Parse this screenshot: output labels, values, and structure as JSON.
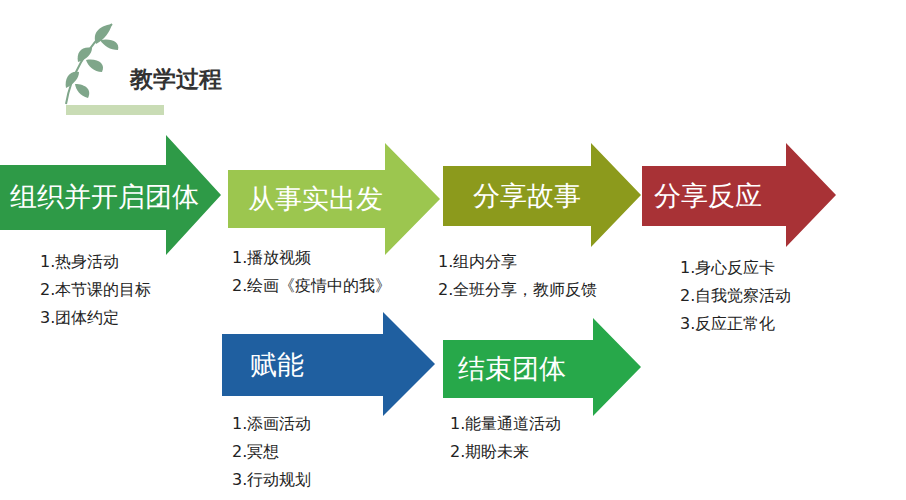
{
  "diagram": {
    "title": "教学过程",
    "nodes": [
      {
        "text": [
          "组织并开启团体",
          "1.热身活动",
          "2.本节课的目标",
          "3.团体约定"
        ]
      },
      {
        "text": [
          "从事实出发",
          "1.播放视频",
          "2.绘画《疫情中的我》"
        ]
      },
      {
        "text": [
          "分享故事",
          "1.组内分享",
          "2.全班分享，教师反馈"
        ]
      },
      {
        "text": [
          "分享反应",
          "1.身心反应卡",
          "2.自我觉察活动",
          "3.反应正常化"
        ]
      },
      {
        "text": [
          "赋能",
          "1.添画活动",
          "2.冥想",
          "3.行动规划"
        ]
      },
      {
        "text": [
          "结束团体",
          "1.能量通道活动",
          "2.期盼未来"
        ]
      }
    ]
  }
}
